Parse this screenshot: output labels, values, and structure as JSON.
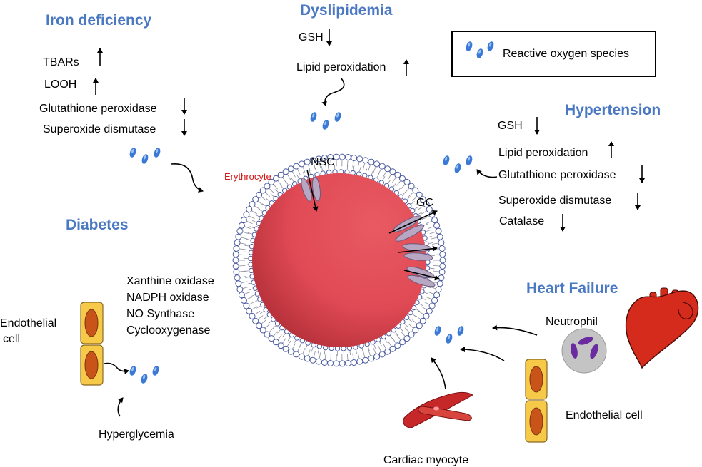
{
  "colors": {
    "heading": "#4a78c2",
    "erythrocyte_label": "#d01818",
    "cell_fill": "#e04a55",
    "cell_shade": "#b83038",
    "membrane_head": "#ffffff",
    "membrane_stroke": "#4a5aa0",
    "ros": "#3a7ad6",
    "heart": "#d42b1c",
    "endothelial_fill": "#f6c948",
    "endothelial_nucleus": "#c8541a",
    "neutrophil_fill": "#c4c4c4",
    "neutrophil_nucleus": "#6a2aa0",
    "channel": "#b7a7c2"
  },
  "legend": {
    "label": "Reactive oxygen species"
  },
  "erythrocyte": {
    "label": "Erythrocyte",
    "nsc": "NSC",
    "gc": "GC"
  },
  "iron": {
    "title": "Iron deficiency",
    "items": [
      {
        "label": "TBARs",
        "arrow": "up"
      },
      {
        "label": "LOOH",
        "arrow": "up"
      },
      {
        "label": "Glutathione peroxidase",
        "arrow": "down"
      },
      {
        "label": "Superoxide dismutase",
        "arrow": "down"
      }
    ]
  },
  "dyslipidemia": {
    "title": "Dyslipidemia",
    "items": [
      {
        "label": "GSH",
        "arrow": "down"
      },
      {
        "label": "Lipid peroxidation",
        "arrow": "up"
      }
    ]
  },
  "hypertension": {
    "title": "Hypertension",
    "items": [
      {
        "label": "GSH",
        "arrow": "down"
      },
      {
        "label": "Lipid peroxidation",
        "arrow": "up"
      },
      {
        "label": "Glutathione peroxidase",
        "arrow": "down"
      },
      {
        "label": "Superoxide dismutase",
        "arrow": "down"
      },
      {
        "label": "Catalase",
        "arrow": "down"
      }
    ]
  },
  "diabetes": {
    "title": "Diabetes",
    "enzymes": [
      "Xanthine oxidase",
      "NADPH oxidase",
      "NO Synthase",
      "Cyclooxygenase"
    ],
    "endothelial_label_1": "Endothelial",
    "endothelial_label_2": "cell",
    "hyperglycemia": "Hyperglycemia"
  },
  "heart_failure": {
    "title": "Heart Failure",
    "neutrophil": "Neutrophil",
    "endothelial": "Endothelial cell",
    "myocyte": "Cardiac myocyte"
  }
}
